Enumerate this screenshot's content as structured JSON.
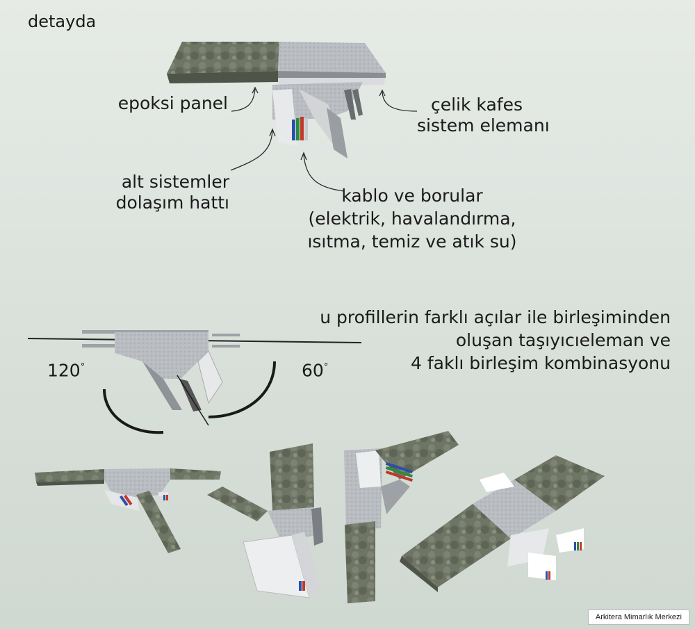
{
  "title": "detayda",
  "labels": {
    "epoxy_panel": "epoksi panel",
    "steel_truss_1": "çelik kafes",
    "steel_truss_2": "sistem elemanı",
    "subsystem_1": "alt sistemler",
    "subsystem_2": "dolaşım hattı",
    "cables_1": "kablo ve borular",
    "cables_2": "(elektrik, havalandırma,",
    "cables_3": "ısıtma, temiz ve atık su)"
  },
  "description": {
    "line1": "u profillerin farklı açılar ile birleşiminden",
    "line2": "oluşan taşıyıcıeleman ve",
    "line3": "4 faklı birleşim kombinasyonu"
  },
  "angles": {
    "left": "120",
    "right": "60",
    "degree_mark": "°"
  },
  "credit": "Arkitera Mimarlık Merkezi",
  "colors": {
    "stone": "#6f7565",
    "steel": "#b9bcc0",
    "pipe_red": "#c0392b",
    "pipe_green": "#2e8b3e",
    "pipe_blue": "#2d4fa8"
  }
}
